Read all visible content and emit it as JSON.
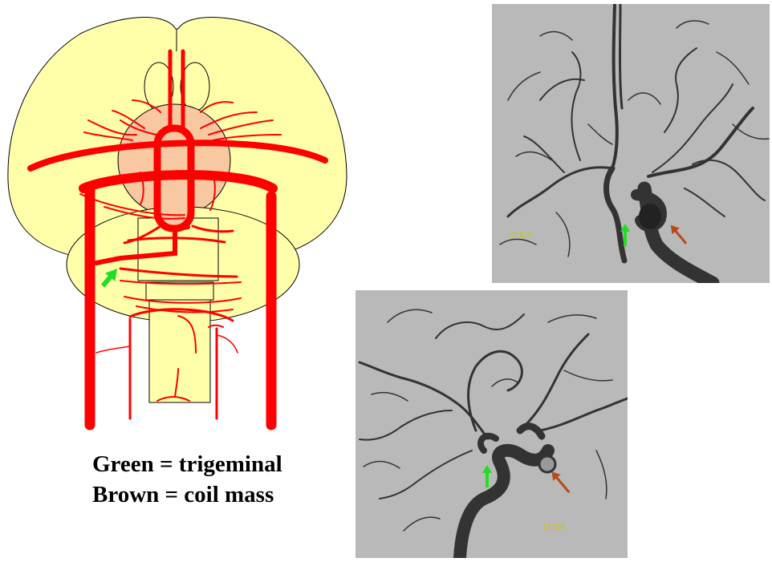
{
  "legend": {
    "green": "Green = trigeminal",
    "brown": "Brown = coil mass"
  },
  "angiograms": {
    "top_label": "LT ICA",
    "bottom_label": "LT ICA"
  },
  "colors": {
    "artery_red": "#ff0000",
    "brain_yellow": "#ffffaa",
    "pons_peach": "#f8c8a0",
    "trigeminal_arrow": "#22dd22",
    "coil_arrow": "#b84a1a",
    "angio_gray": "#b9b9b9",
    "label_yellow": "#c8c800"
  },
  "icons": [
    "green-arrow-icon",
    "brown-arrow-icon"
  ]
}
